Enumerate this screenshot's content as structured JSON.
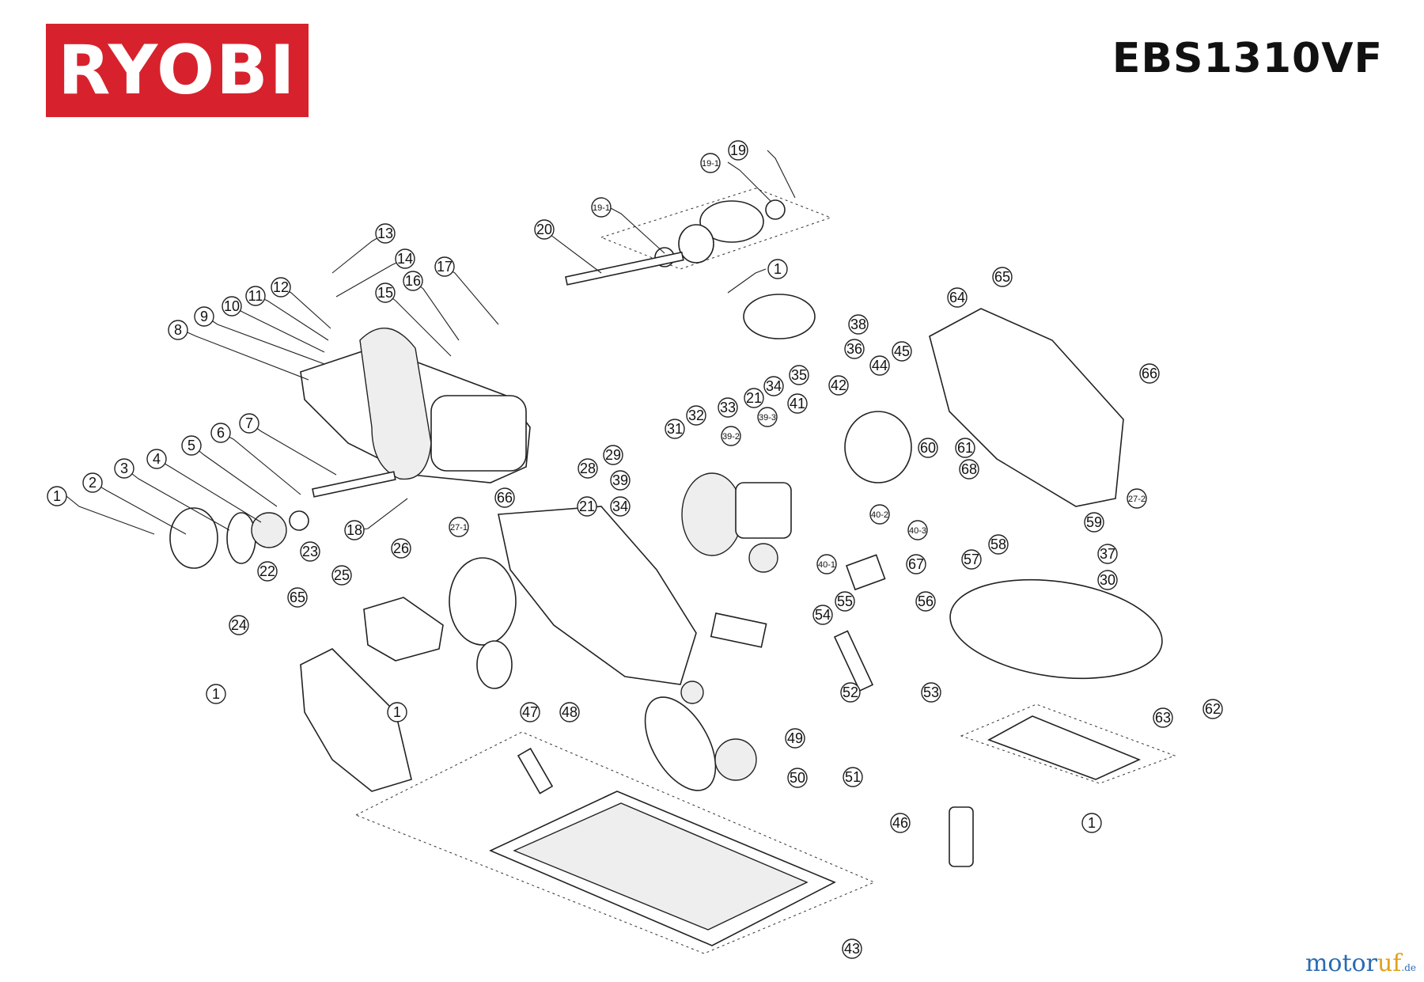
{
  "header": {
    "brand": "RYOBI",
    "model": "EBS1310VF"
  },
  "watermark": {
    "main": "motor",
    "accent": "uf",
    "suffix": ".de"
  },
  "callouts": [
    {
      "id": "c1a",
      "label": "1"
    },
    {
      "id": "c2",
      "label": "2"
    },
    {
      "id": "c3",
      "label": "3"
    },
    {
      "id": "c4",
      "label": "4"
    },
    {
      "id": "c5",
      "label": "5"
    },
    {
      "id": "c6",
      "label": "6"
    },
    {
      "id": "c7",
      "label": "7"
    },
    {
      "id": "c8",
      "label": "8"
    },
    {
      "id": "c9",
      "label": "9"
    },
    {
      "id": "c10",
      "label": "10"
    },
    {
      "id": "c11",
      "label": "11"
    },
    {
      "id": "c12",
      "label": "12"
    },
    {
      "id": "c13",
      "label": "13"
    },
    {
      "id": "c14",
      "label": "14"
    },
    {
      "id": "c15",
      "label": "15"
    },
    {
      "id": "c16",
      "label": "16"
    },
    {
      "id": "c17",
      "label": "17"
    },
    {
      "id": "c18",
      "label": "18"
    },
    {
      "id": "c19",
      "label": "19"
    },
    {
      "id": "c19-1a",
      "label": "19-1"
    },
    {
      "id": "c19-1b",
      "label": "19-1"
    },
    {
      "id": "c20",
      "label": "20"
    },
    {
      "id": "c1b",
      "label": "1"
    },
    {
      "id": "c21a",
      "label": "21"
    },
    {
      "id": "c21b",
      "label": "21"
    },
    {
      "id": "c22",
      "label": "22"
    },
    {
      "id": "c23",
      "label": "23"
    },
    {
      "id": "c24",
      "label": "24"
    },
    {
      "id": "c25",
      "label": "25"
    },
    {
      "id": "c26",
      "label": "26"
    },
    {
      "id": "c27-1",
      "label": "27-1"
    },
    {
      "id": "c27-2",
      "label": "27-2"
    },
    {
      "id": "c28",
      "label": "28"
    },
    {
      "id": "c29",
      "label": "29"
    },
    {
      "id": "c30",
      "label": "30"
    },
    {
      "id": "c31",
      "label": "31"
    },
    {
      "id": "c32",
      "label": "32"
    },
    {
      "id": "c33",
      "label": "33"
    },
    {
      "id": "c34a",
      "label": "34"
    },
    {
      "id": "c34b",
      "label": "34"
    },
    {
      "id": "c35",
      "label": "35"
    },
    {
      "id": "c36",
      "label": "36"
    },
    {
      "id": "c37",
      "label": "37"
    },
    {
      "id": "c38",
      "label": "38"
    },
    {
      "id": "c39",
      "label": "39"
    },
    {
      "id": "c39-2",
      "label": "39-2"
    },
    {
      "id": "c39-3",
      "label": "39-3"
    },
    {
      "id": "c40-1",
      "label": "40-1"
    },
    {
      "id": "c40-2",
      "label": "40-2"
    },
    {
      "id": "c40-3",
      "label": "40-3"
    },
    {
      "id": "c41",
      "label": "41"
    },
    {
      "id": "c42",
      "label": "42"
    },
    {
      "id": "c43",
      "label": "43"
    },
    {
      "id": "c44",
      "label": "44"
    },
    {
      "id": "c45",
      "label": "45"
    },
    {
      "id": "c46",
      "label": "46"
    },
    {
      "id": "c47",
      "label": "47"
    },
    {
      "id": "c48",
      "label": "48"
    },
    {
      "id": "c49",
      "label": "49"
    },
    {
      "id": "c50",
      "label": "50"
    },
    {
      "id": "c51",
      "label": "51"
    },
    {
      "id": "c52",
      "label": "52"
    },
    {
      "id": "c53",
      "label": "53"
    },
    {
      "id": "c54",
      "label": "54"
    },
    {
      "id": "c55",
      "label": "55"
    },
    {
      "id": "c56",
      "label": "56"
    },
    {
      "id": "c57",
      "label": "57"
    },
    {
      "id": "c58",
      "label": "58"
    },
    {
      "id": "c59",
      "label": "59"
    },
    {
      "id": "c60",
      "label": "60"
    },
    {
      "id": "c61",
      "label": "61"
    },
    {
      "id": "c62",
      "label": "62"
    },
    {
      "id": "c63",
      "label": "63"
    },
    {
      "id": "c64",
      "label": "64"
    },
    {
      "id": "c65a",
      "label": "65"
    },
    {
      "id": "c65b",
      "label": "65"
    },
    {
      "id": "c66a",
      "label": "66"
    },
    {
      "id": "c66b",
      "label": "66"
    },
    {
      "id": "c67",
      "label": "67"
    },
    {
      "id": "c68",
      "label": "68"
    },
    {
      "id": "c1c",
      "label": "1"
    },
    {
      "id": "c1d",
      "label": "1"
    },
    {
      "id": "c1e",
      "label": "1"
    },
    {
      "id": "c1f",
      "label": "1"
    }
  ]
}
